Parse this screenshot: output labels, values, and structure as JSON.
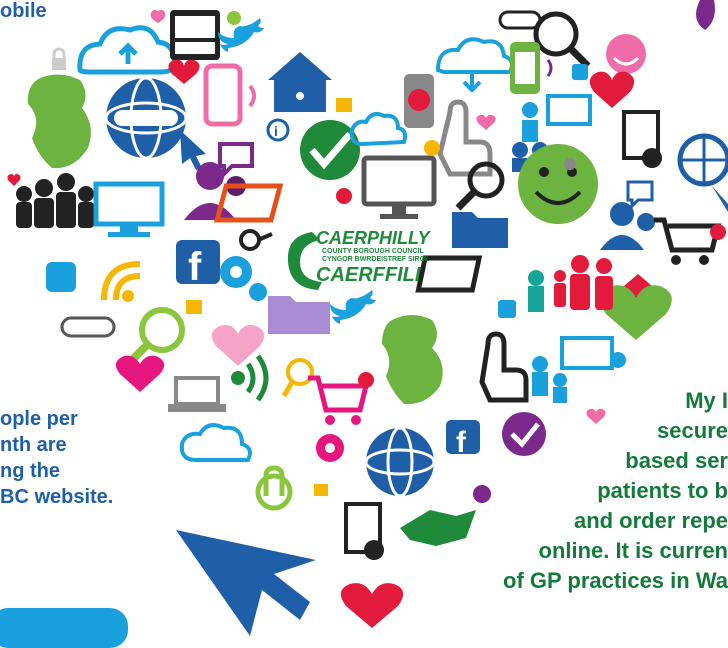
{
  "top_left_text": "obile",
  "left_stat_lines": [
    "ople per",
    "nth are",
    "ng the",
    "BC website."
  ],
  "right_text_lines": [
    "My I",
    "secure",
    "based ser",
    "patients to b",
    "and order repe",
    "online. It is curren",
    "of GP practices in Wa"
  ],
  "logo": {
    "line1": "CAERPHILLY",
    "line2": "COUNTY BOROUGH COUNCIL",
    "line3": "CYNGOR BWRDEISTREF SIROL",
    "line4": "CAERFFILI"
  },
  "colors": {
    "blue": "#1f5fa8",
    "green": "#147a3c",
    "pill": "#1aa0dc",
    "logo_green": "#1e8a3a"
  },
  "icons": [
    "cloud-upload-icon",
    "keyboard-icon",
    "twitter-bird-icon",
    "house-wifi-icon",
    "wales-map-icon",
    "globe-www-icon",
    "smartphone-icon",
    "padlock-icon",
    "people-group-icon",
    "computer-monitor-icon",
    "speech-bubble-icon",
    "checkmark-icon",
    "email-icon",
    "magnifier-icon",
    "smiley-icon",
    "heart-icon",
    "shopping-cart-icon",
    "facebook-icon",
    "app-store-icon",
    "wifi-signal-icon",
    "gear-icon",
    "folder-icon",
    "handshake-icon",
    "document-icon",
    "presentation-icon",
    "mouse-cursor-icon",
    "info-icon",
    "at-sign-icon",
    "touch-hand-icon",
    "laptop-icon"
  ]
}
